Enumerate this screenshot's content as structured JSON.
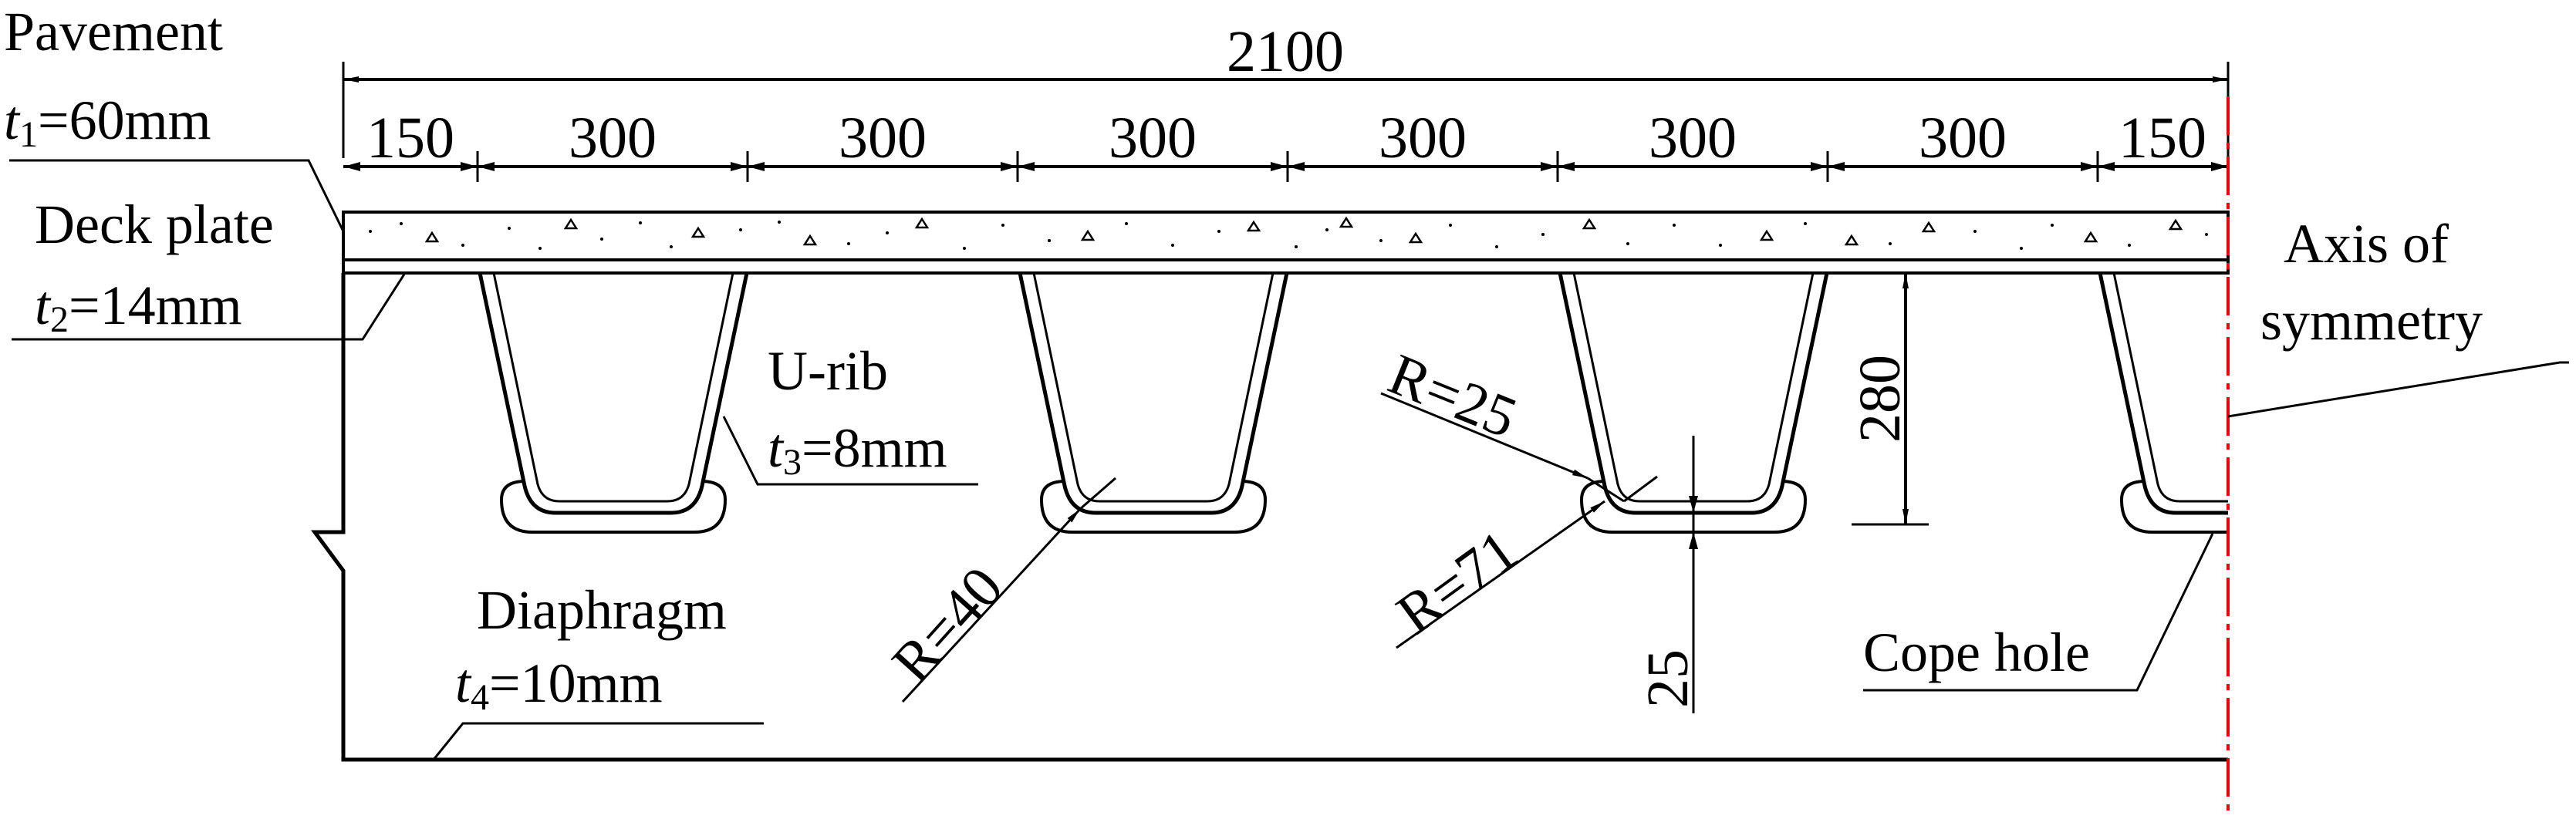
{
  "labels": {
    "pavement": "Pavement",
    "pavement_t": "t",
    "pavement_t_sub": "1",
    "pavement_t_val": "=60mm",
    "deck_plate": "Deck plate",
    "deck_t": "t",
    "deck_t_sub": "2",
    "deck_t_val": "=14mm",
    "urib": "U-rib",
    "urib_t": "t",
    "urib_t_sub": "3",
    "urib_t_val": "=8mm",
    "diaphragm": "Diaphragm",
    "diaphragm_t": "t",
    "diaphragm_t_sub": "4",
    "diaphragm_t_val": "=10mm",
    "axis_line1": "Axis of",
    "axis_line2": "symmetry",
    "cope_hole": "Cope hole"
  },
  "dimensions": {
    "total": "2100",
    "segments": [
      "150",
      "300",
      "300",
      "300",
      "300",
      "300",
      "300",
      "150"
    ],
    "rib_height": "280",
    "r25": "R=25",
    "r40": "R=40",
    "r71": "R=71",
    "gap": "25"
  },
  "colors": {
    "line": "#000000",
    "axis": "#e8000b",
    "background": "#ffffff"
  }
}
